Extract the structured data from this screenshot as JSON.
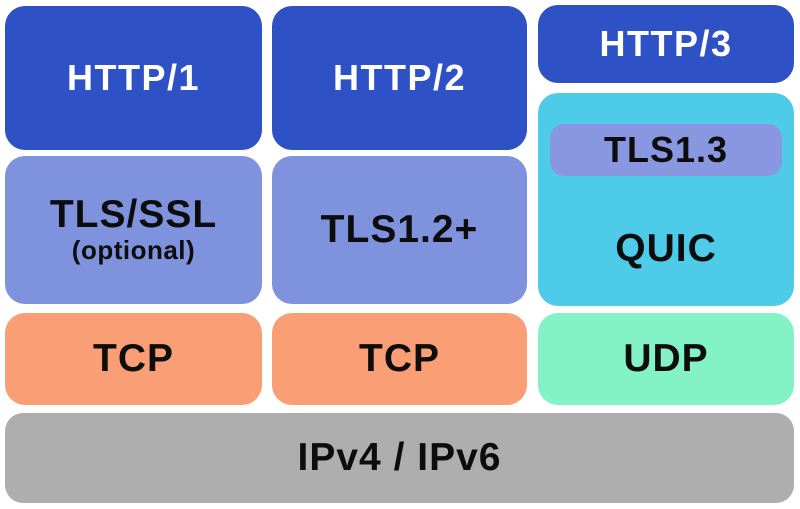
{
  "colors": {
    "app_blue": "#2E51C5",
    "tls_periwinkle": "#7E92DD",
    "tls13_fill": "#8997E0",
    "quic_cyan": "#4FCBEA",
    "tcp_salmon": "#FA9F75",
    "udp_mint": "#83F3C7",
    "ip_gray": "#AEAEAE",
    "text_on_blue": "#FFFFFF",
    "text_dark": "#0D0D0D"
  },
  "stacks": {
    "http1": {
      "protocol": "HTTP/1",
      "security": "TLS/SSL",
      "security_note": "(optional)",
      "transport": "TCP"
    },
    "http2": {
      "protocol": "HTTP/2",
      "security": "TLS1.2+",
      "transport": "TCP"
    },
    "http3": {
      "protocol": "HTTP/3",
      "security": "TLS1.3",
      "session": "QUIC",
      "transport": "UDP"
    }
  },
  "network_layer": {
    "label": "IPv4 / IPv6"
  }
}
